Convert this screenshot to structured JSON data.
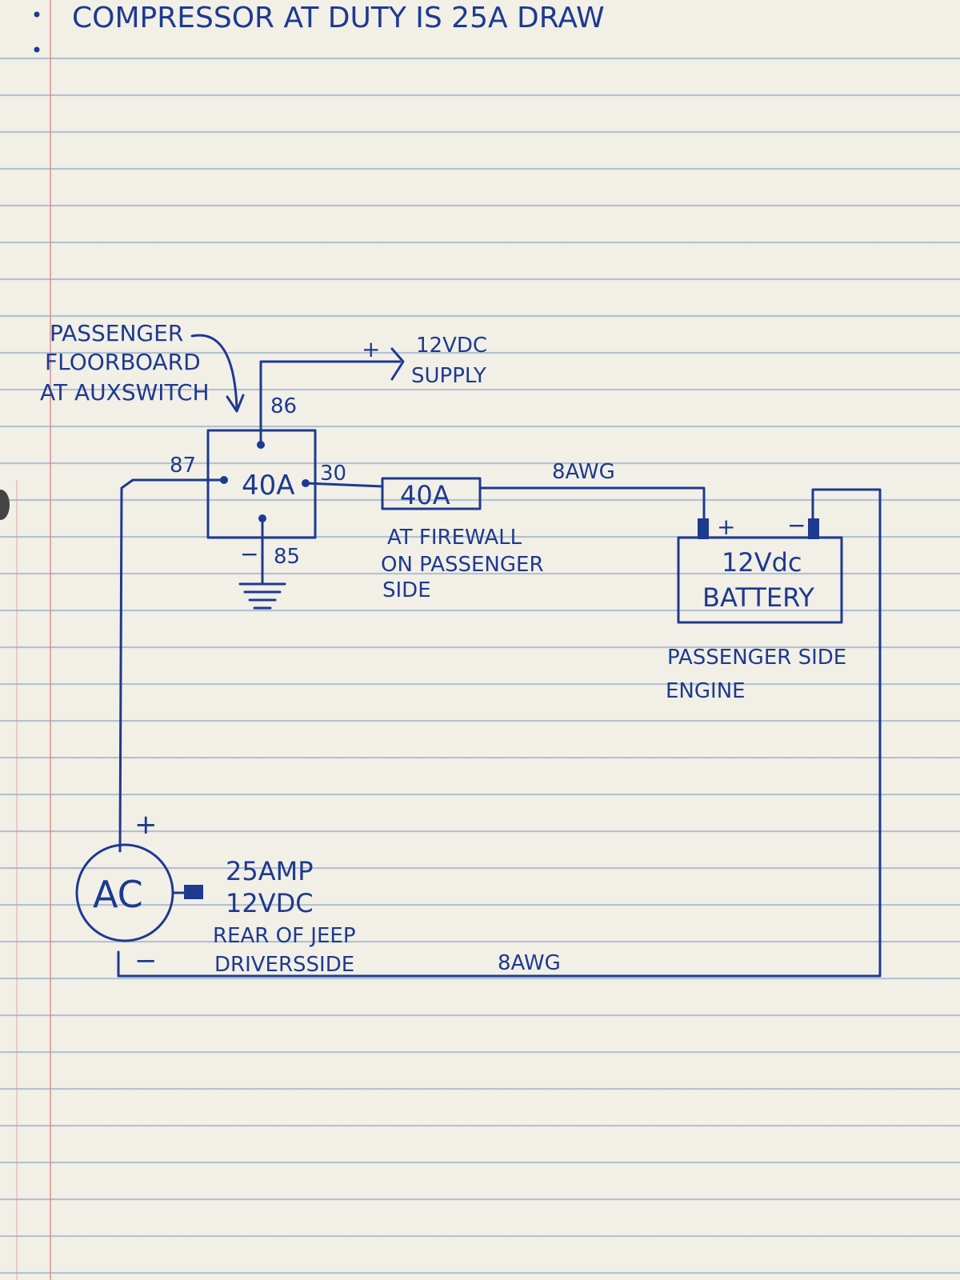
{
  "notes": {
    "line1": "COMPRESSOR AT DUTY IS 25A DRAW"
  },
  "relay": {
    "rating": "40A",
    "pin86": "86",
    "pin87": "87",
    "pin30": "30",
    "pin85": "85",
    "ground_sign": "−"
  },
  "relay_location": {
    "line1": "PASSENGER",
    "line2": "FLOORBOARD",
    "line3": "AT AUXSWITCH"
  },
  "supply": {
    "sign": "+",
    "line1": "12VDC",
    "line2": "SUPPLY"
  },
  "fuse": {
    "rating": "40A",
    "note_line1": "AT FIREWALL",
    "note_line2": "ON PASSENGER",
    "note_line3": "SIDE"
  },
  "wire_top": "8AWG",
  "wire_bottom": "8AWG",
  "battery": {
    "line1": "12Vdc",
    "line2": "BATTERY",
    "plus": "+",
    "minus": "−",
    "location_line1": "PASSENGER SIDE",
    "location_line2": "ENGINE"
  },
  "compressor": {
    "label": "AC",
    "plus": "+",
    "minus": "−",
    "spec_line1": "25AMP",
    "spec_line2": "12VDC",
    "spec_line3": "REAR OF JEEP",
    "spec_line4": "DRIVERSSIDE"
  },
  "colors": {
    "ink": "#1d3a8f",
    "paper": "#f2efe7",
    "rule_line": "#7896be",
    "margin_line": "#dc7878"
  }
}
